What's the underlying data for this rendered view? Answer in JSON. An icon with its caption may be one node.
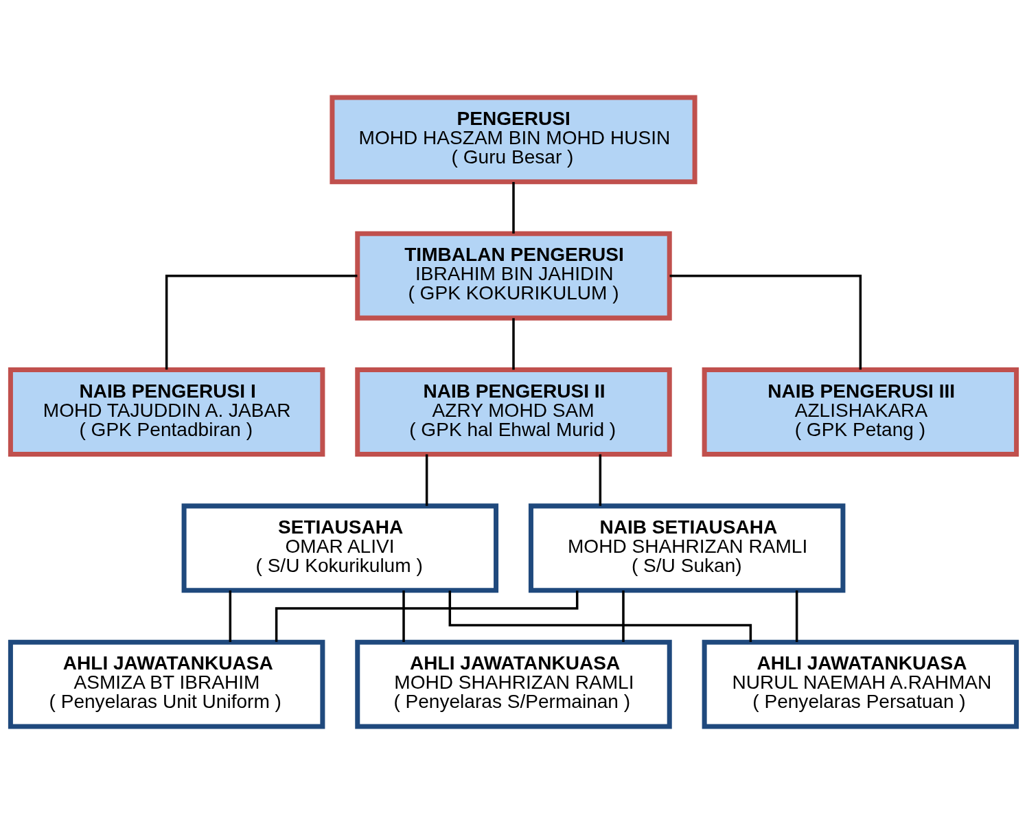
{
  "diagram": {
    "nodes": [
      {
        "text": [
          "PENGERUSI",
          "MOHD HASZAM BIN MOHD HUSIN",
          "( Guru Besar )"
        ]
      },
      {
        "text": [
          "TIMBALAN PENGERUSI",
          "IBRAHIM BIN JAHIDIN",
          "( GPK KOKURIKULUM )"
        ]
      },
      {
        "text": [
          "NAIB PENGERUSI I",
          "MOHD TAJUDDIN A. JABAR",
          "( GPK Pentadbiran )"
        ]
      },
      {
        "text": [
          "NAIB PENGERUSI II",
          "AZRY MOHD SAM",
          "( GPK hal Ehwal Murid )"
        ]
      },
      {
        "text": [
          "NAIB PENGERUSI III",
          "AZLISHAKARA",
          "( GPK Petang )"
        ]
      },
      {
        "text": [
          "SETIAUSAHA",
          "OMAR ALIVI",
          "( S/U Kokurikulum )"
        ]
      },
      {
        "text": [
          "NAIB SETIAUSAHA",
          "MOHD SHAHRIZAN RAMLI",
          "( S/U Sukan)"
        ]
      },
      {
        "text": [
          "AHLI JAWATANKUASA",
          "ASMIZA BT IBRAHIM",
          "( Penyelaras Unit Uniform )"
        ]
      },
      {
        "text": [
          "AHLI JAWATANKUASA",
          "MOHD SHAHRIZAN RAMLI",
          "( Penyelaras S/Permainan )"
        ]
      },
      {
        "text": [
          "AHLI JAWATANKUASA",
          "NURUL NAEMAH A.RAHMAN",
          "( Penyelaras Persatuan )"
        ]
      }
    ],
    "edges": [
      {
        "from": 0,
        "to": 1,
        "arrow": "none"
      },
      {
        "from": 1,
        "to": 2,
        "arrow": "none"
      },
      {
        "from": 1,
        "to": 3,
        "arrow": "none"
      },
      {
        "from": 1,
        "to": 4,
        "arrow": "none"
      },
      {
        "from": 3,
        "to": 5,
        "arrow": "none"
      },
      {
        "from": 3,
        "to": 6,
        "arrow": "none"
      },
      {
        "from": 5,
        "to": 7,
        "arrow": "none"
      },
      {
        "from": 5,
        "to": 8,
        "arrow": "none"
      },
      {
        "from": 5,
        "to": 9,
        "arrow": "none"
      },
      {
        "from": 6,
        "to": 7,
        "arrow": "none"
      },
      {
        "from": 6,
        "to": 8,
        "arrow": "none"
      },
      {
        "from": 6,
        "to": 9,
        "arrow": "none"
      }
    ]
  }
}
